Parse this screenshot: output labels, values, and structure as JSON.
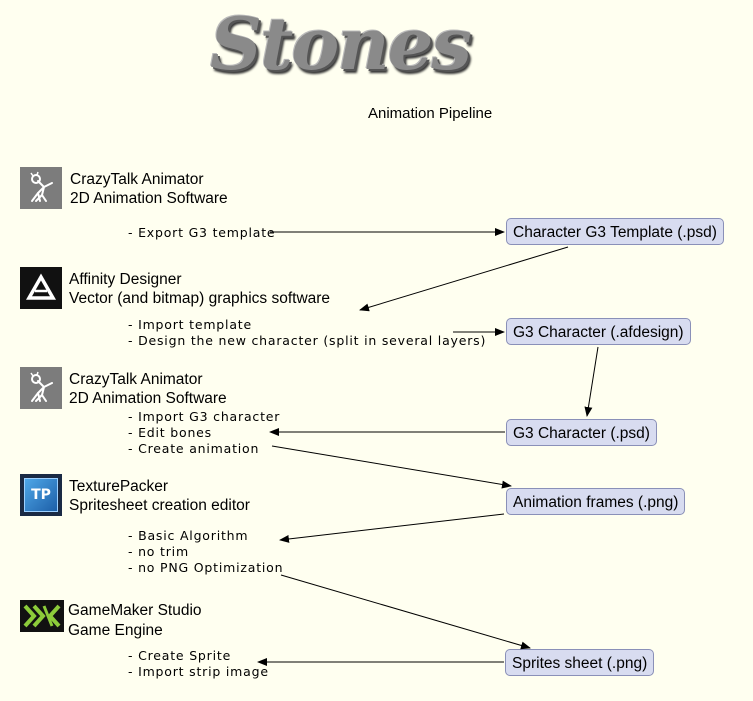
{
  "header": {
    "logo_text": "Stones",
    "subtitle": "Animation Pipeline"
  },
  "apps": [
    {
      "name": "CrazyTalk Animator",
      "description": "2D Animation Software",
      "icon": "crazytalk-icon"
    },
    {
      "name": "Affinity Designer",
      "description": "Vector (and bitmap) graphics software",
      "icon": "affinity-designer-icon"
    },
    {
      "name": "CrazyTalk Animator",
      "description": "2D Animation Software",
      "icon": "crazytalk-icon"
    },
    {
      "name": "TexturePacker",
      "description": "Spritesheet creation editor",
      "icon": "texturepacker-icon",
      "icon_text": "TP"
    },
    {
      "name": "GameMaker Studio",
      "description": "Game Engine",
      "icon": "gamemaker-icon"
    }
  ],
  "steps": [
    [
      "- Export G3 template"
    ],
    [
      "- Import template",
      "- Design the new character (split in several layers)"
    ],
    [
      "- Import G3 character",
      "- Edit bones",
      "- Create animation"
    ],
    [
      "- Basic Algorithm",
      "- no trim",
      "- no PNG Optimization"
    ],
    [
      "- Create Sprite",
      "- Import strip image"
    ]
  ],
  "files": [
    "Character G3 Template (.psd)",
    "G3 Character (.afdesign)",
    "G3 Character (.psd)",
    "Animation frames (.png)",
    "Sprites sheet (.png)"
  ],
  "colors": {
    "background": "#fffff0",
    "file_box_fill": "#d8dcf0",
    "file_box_border": "#8a90b8"
  }
}
